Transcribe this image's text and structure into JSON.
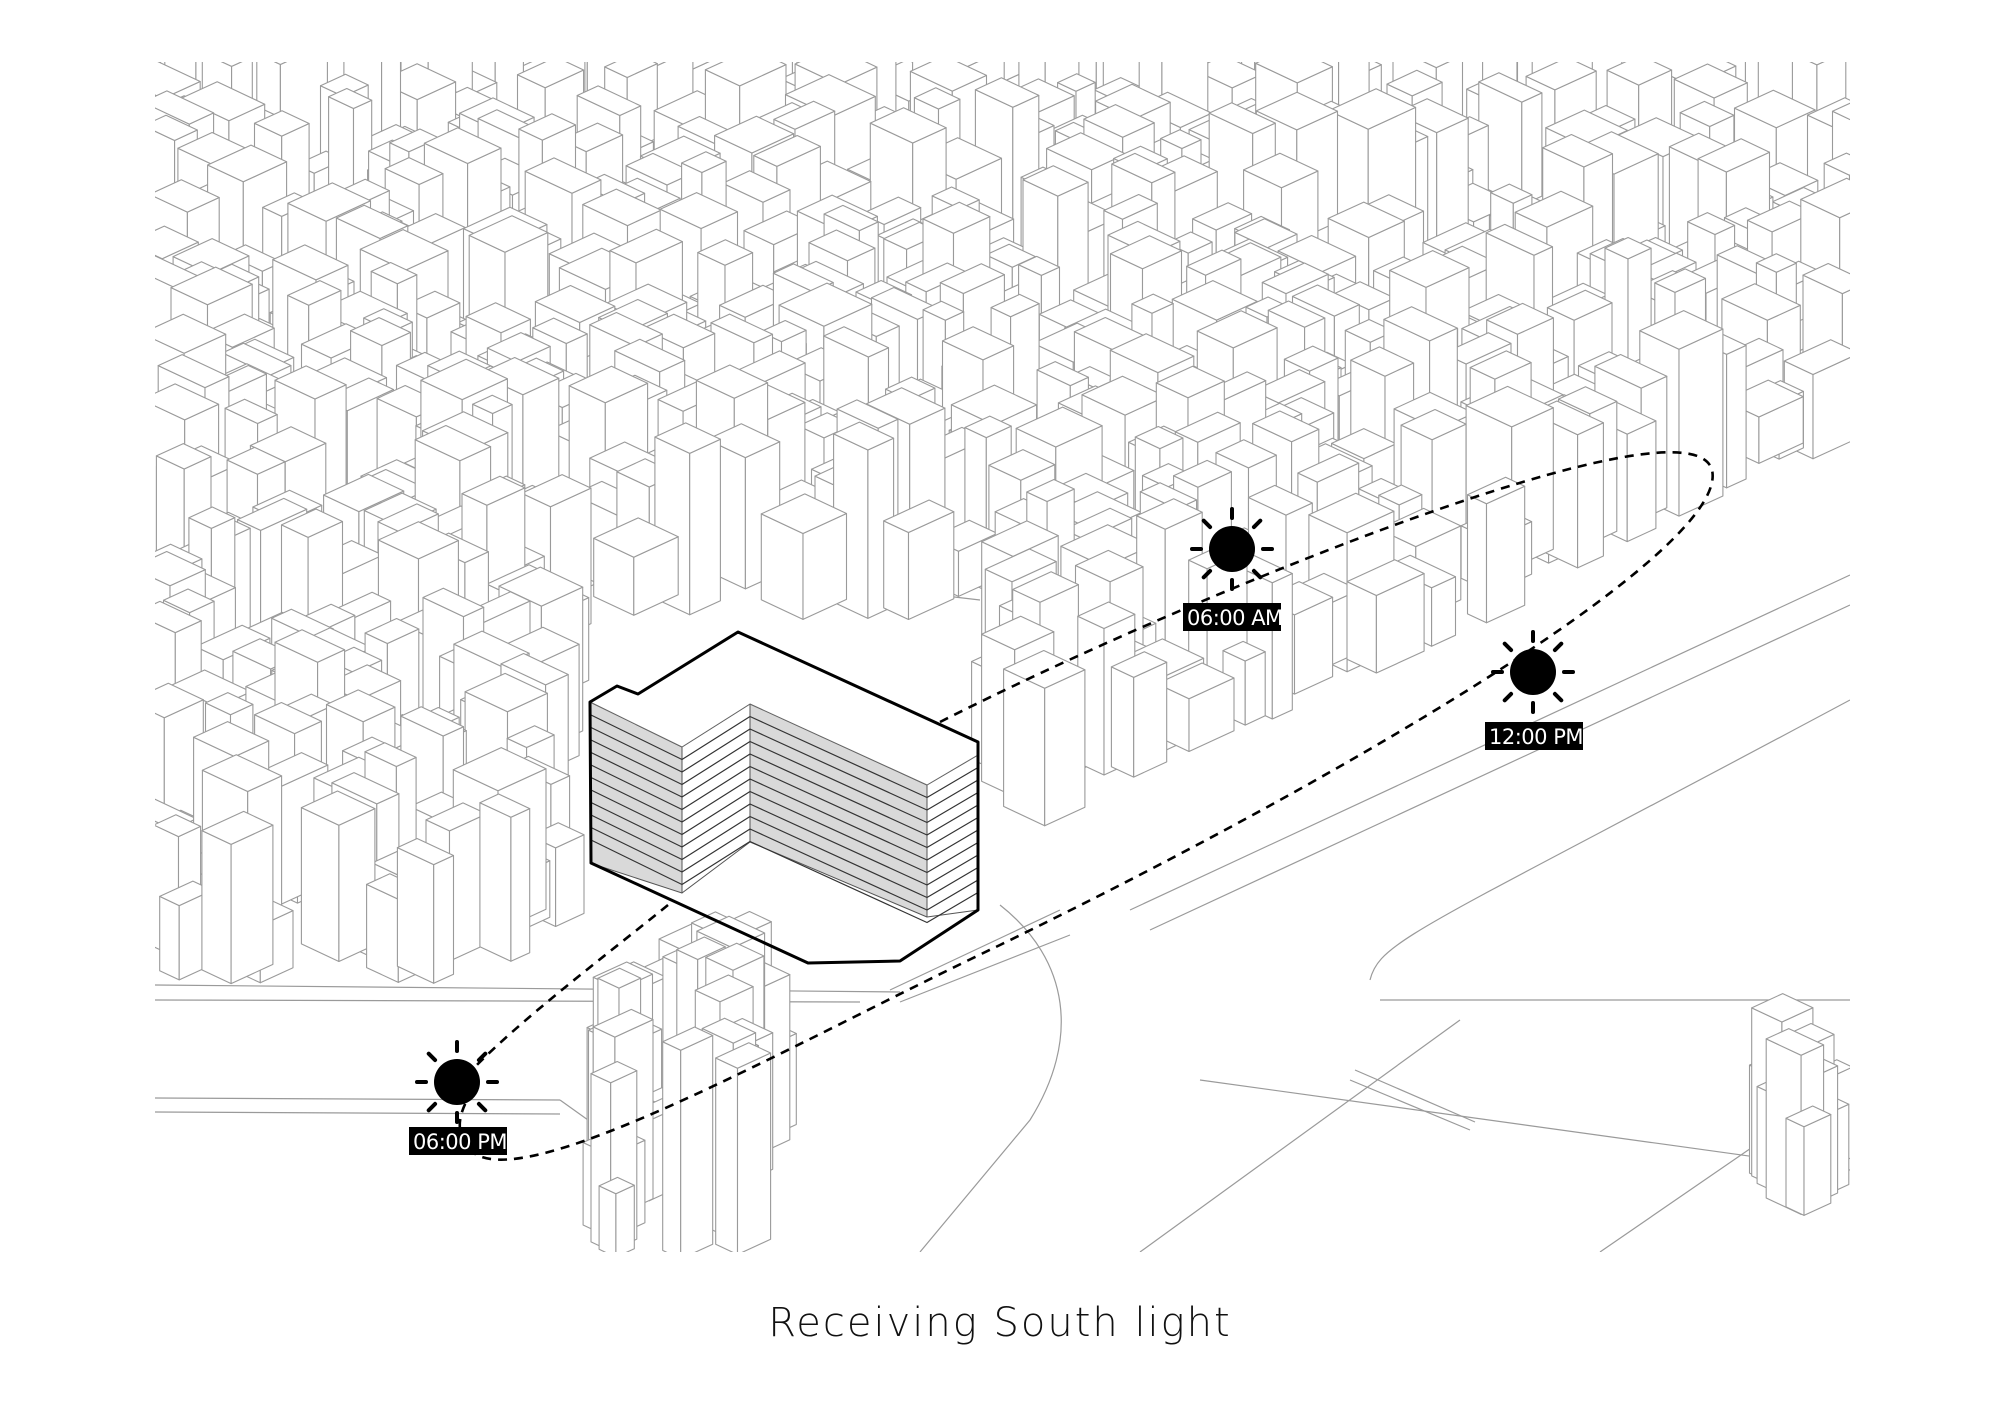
{
  "title": "Receiving South light",
  "sun_positions": [
    {
      "time": "06:00 AM"
    },
    {
      "time": "12:00 PM"
    },
    {
      "time": "06:00 PM"
    }
  ],
  "colors": {
    "city_stroke": "#9a9a9a",
    "facade_fill": "#d9d9d9",
    "ink": "#000000"
  }
}
